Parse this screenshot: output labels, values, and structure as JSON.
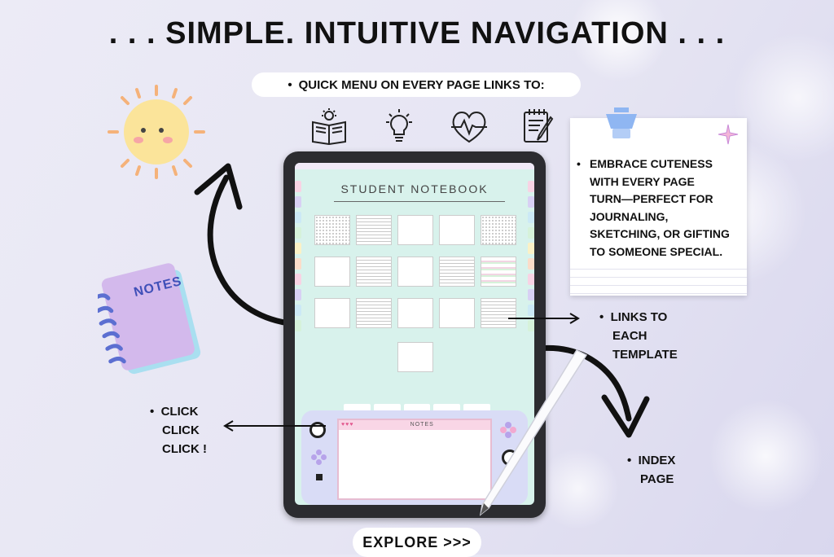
{
  "headline": ". . . SIMPLE. INTUITIVE NAVIGATION . . .",
  "quick_menu": "QUICK MENU ON EVERY PAGE LINKS TO:",
  "menu_icons": [
    "book-lightbulb-icon",
    "lightbulb-icon",
    "heart-pulse-icon",
    "notepad-pencil-icon"
  ],
  "note_card": {
    "lines": [
      "EMBRACE CUTENESS",
      "WITH EVERY PAGE",
      "TURN—PERFECT FOR",
      "JOURNALING,",
      "SKETCHING, OR GIFTING",
      "TO SOMEONE SPECIAL."
    ]
  },
  "tablet": {
    "title": "STUDENT NOTEBOOK",
    "controller_label": "NOTES"
  },
  "notes_book_label": "NOTES",
  "links_label": [
    "LINKS TO",
    "EACH",
    "TEMPLATE"
  ],
  "click_label": [
    "CLICK",
    "CLICK",
    "CLICK !"
  ],
  "index_label": [
    "INDEX",
    "PAGE"
  ],
  "explore_label": "EXPLORE >>>",
  "colors": {
    "accent": "#b9a8e8",
    "tablet_bg": "#d8f2ec",
    "controller": "#d9dcf6",
    "text": "#111111"
  }
}
